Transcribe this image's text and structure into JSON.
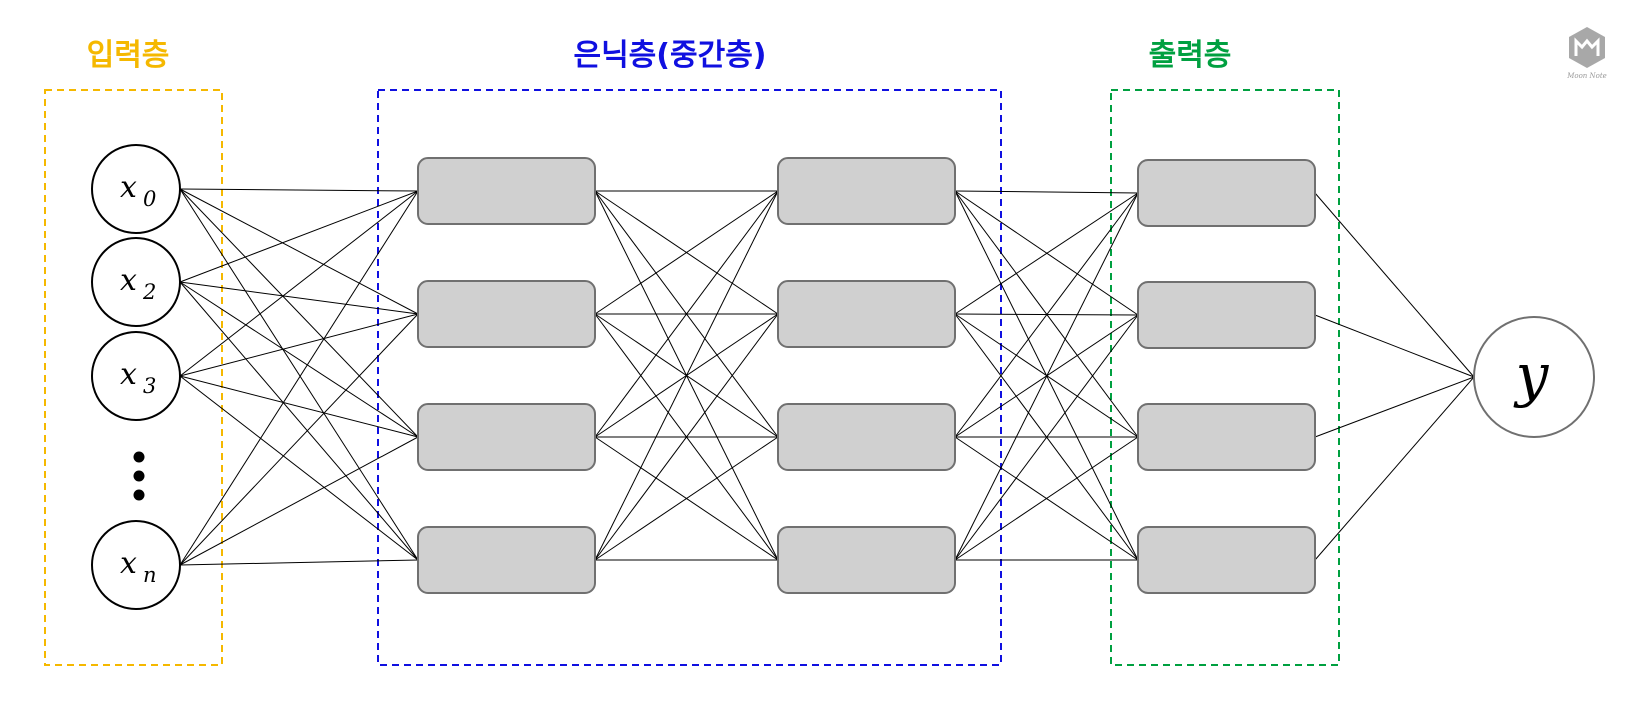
{
  "layers": {
    "input": {
      "title": "입력층",
      "color": "#f5b800"
    },
    "hidden": {
      "title": "은닉층(중간층)",
      "color": "#1010e0"
    },
    "output": {
      "title": "출력층",
      "color": "#00a040"
    }
  },
  "input_nodes": [
    {
      "var": "x",
      "sub": "0"
    },
    {
      "var": "x",
      "sub": "2"
    },
    {
      "var": "x",
      "sub": "3"
    },
    {
      "var": "x",
      "sub": "n"
    }
  ],
  "output_node": {
    "label": "y"
  },
  "logo": {
    "text": "Moon Note",
    "icon": "moon-note-logo-icon"
  },
  "colors": {
    "node_fill": "#d0d0d0",
    "node_stroke": "#707070",
    "edge": "#000000"
  }
}
